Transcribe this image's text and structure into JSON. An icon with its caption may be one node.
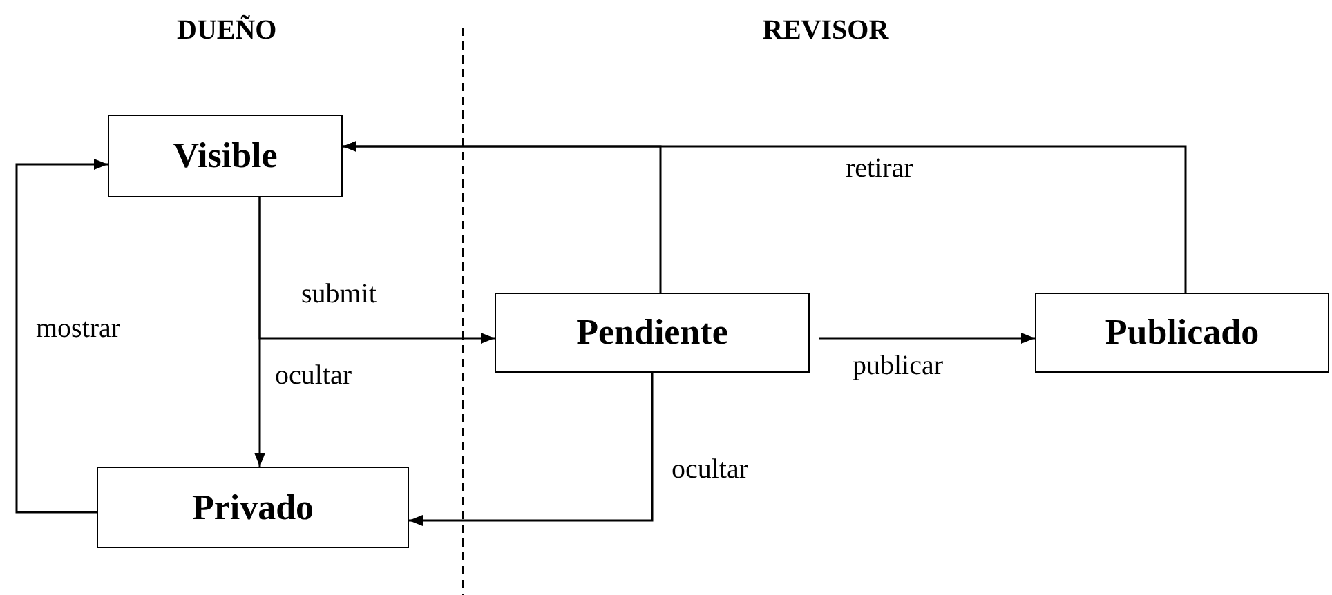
{
  "diagram": {
    "nodes": [
      {
        "text": [
          "Visible"
        ]
      },
      {
        "text": [
          "Pendiente"
        ]
      },
      {
        "text": [
          "Publicado"
        ]
      },
      {
        "text": [
          "Privado"
        ]
      }
    ],
    "edges": [
      {
        "from": 0,
        "to": 3,
        "arrow": "to",
        "label": "ocultar"
      },
      {
        "from": 0,
        "to": 1,
        "arrow": "to",
        "label": "submit"
      },
      {
        "from": 1,
        "to": 2,
        "arrow": "to",
        "label": "publicar"
      },
      {
        "from": 1,
        "to": 0,
        "arrow": "to"
      },
      {
        "from": 2,
        "to": 0,
        "arrow": "to",
        "label": "retirar"
      },
      {
        "from": 1,
        "to": 3,
        "arrow": "to",
        "label": "ocultar"
      },
      {
        "from": 3,
        "to": 0,
        "arrow": "to",
        "label": "mostrar"
      }
    ],
    "labels": [
      "DUEÑO",
      "REVISOR"
    ]
  }
}
